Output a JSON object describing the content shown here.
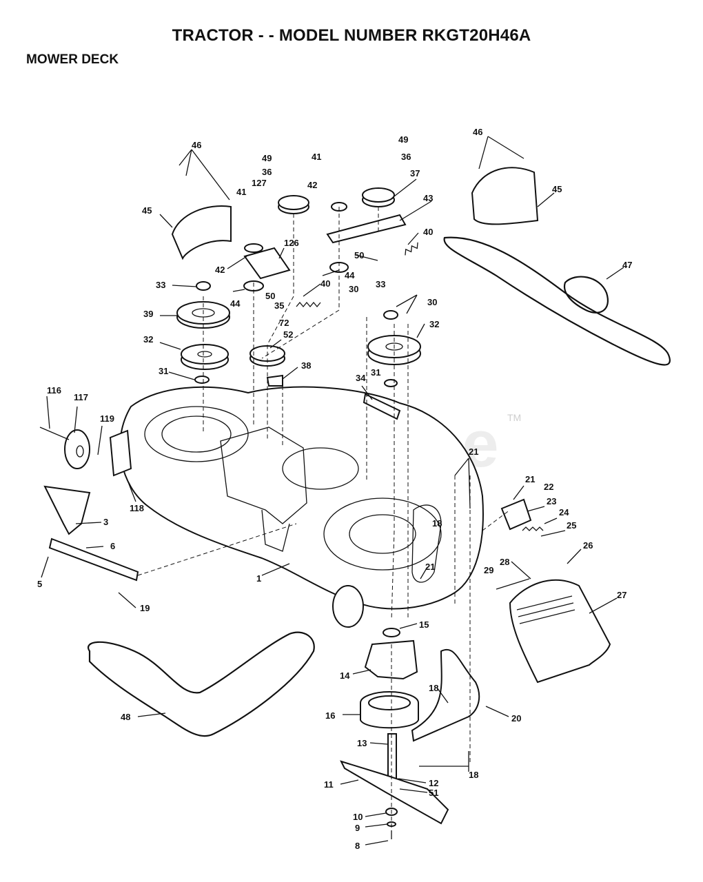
{
  "header": {
    "title": "TRACTOR - - MODEL NUMBER RKGT20H46A",
    "subtitle": "MOWER DECK"
  },
  "watermark": {
    "text": "PartsTree",
    "tm": "TM"
  },
  "callouts": [
    {
      "id": "46a",
      "text": "46"
    },
    {
      "id": "45a",
      "text": "45"
    },
    {
      "id": "49a",
      "text": "49"
    },
    {
      "id": "36a",
      "text": "36"
    },
    {
      "id": "127",
      "text": "127"
    },
    {
      "id": "41a",
      "text": "41"
    },
    {
      "id": "42a",
      "text": "42"
    },
    {
      "id": "126",
      "text": "126"
    },
    {
      "id": "33a",
      "text": "33"
    },
    {
      "id": "44a",
      "text": "44"
    },
    {
      "id": "50a",
      "text": "50"
    },
    {
      "id": "40a",
      "text": "40"
    },
    {
      "id": "35",
      "text": "35"
    },
    {
      "id": "72",
      "text": "72"
    },
    {
      "id": "52",
      "text": "52"
    },
    {
      "id": "39",
      "text": "39"
    },
    {
      "id": "32a",
      "text": "32"
    },
    {
      "id": "31a",
      "text": "31"
    },
    {
      "id": "38",
      "text": "38"
    },
    {
      "id": "41b",
      "text": "41"
    },
    {
      "id": "42b",
      "text": "42"
    },
    {
      "id": "49b",
      "text": "49"
    },
    {
      "id": "36b",
      "text": "36"
    },
    {
      "id": "37",
      "text": "37"
    },
    {
      "id": "43",
      "text": "43"
    },
    {
      "id": "40b",
      "text": "40"
    },
    {
      "id": "50b",
      "text": "50"
    },
    {
      "id": "44b",
      "text": "44"
    },
    {
      "id": "30a",
      "text": "30"
    },
    {
      "id": "33b",
      "text": "33"
    },
    {
      "id": "30b",
      "text": "30"
    },
    {
      "id": "32b",
      "text": "32"
    },
    {
      "id": "31b",
      "text": "31"
    },
    {
      "id": "34",
      "text": "34"
    },
    {
      "id": "46b",
      "text": "46"
    },
    {
      "id": "45b",
      "text": "45"
    },
    {
      "id": "47",
      "text": "47"
    },
    {
      "id": "116",
      "text": "116"
    },
    {
      "id": "117",
      "text": "117"
    },
    {
      "id": "119",
      "text": "119"
    },
    {
      "id": "118",
      "text": "118"
    },
    {
      "id": "3",
      "text": "3"
    },
    {
      "id": "6",
      "text": "6"
    },
    {
      "id": "5",
      "text": "5"
    },
    {
      "id": "19",
      "text": "19"
    },
    {
      "id": "1",
      "text": "1"
    },
    {
      "id": "21a",
      "text": "21"
    },
    {
      "id": "21b",
      "text": "21"
    },
    {
      "id": "22",
      "text": "22"
    },
    {
      "id": "23",
      "text": "23"
    },
    {
      "id": "24",
      "text": "24"
    },
    {
      "id": "25",
      "text": "25"
    },
    {
      "id": "26",
      "text": "26"
    },
    {
      "id": "18a",
      "text": "18"
    },
    {
      "id": "21c",
      "text": "21"
    },
    {
      "id": "28",
      "text": "28"
    },
    {
      "id": "29",
      "text": "29"
    },
    {
      "id": "27",
      "text": "27"
    },
    {
      "id": "15",
      "text": "15"
    },
    {
      "id": "14",
      "text": "14"
    },
    {
      "id": "18b",
      "text": "18"
    },
    {
      "id": "20",
      "text": "20"
    },
    {
      "id": "16",
      "text": "16"
    },
    {
      "id": "48",
      "text": "48"
    },
    {
      "id": "13",
      "text": "13"
    },
    {
      "id": "18c",
      "text": "18"
    },
    {
      "id": "11",
      "text": "11"
    },
    {
      "id": "12",
      "text": "12"
    },
    {
      "id": "51",
      "text": "51"
    },
    {
      "id": "10",
      "text": "10"
    },
    {
      "id": "9",
      "text": "9"
    },
    {
      "id": "8",
      "text": "8"
    }
  ]
}
